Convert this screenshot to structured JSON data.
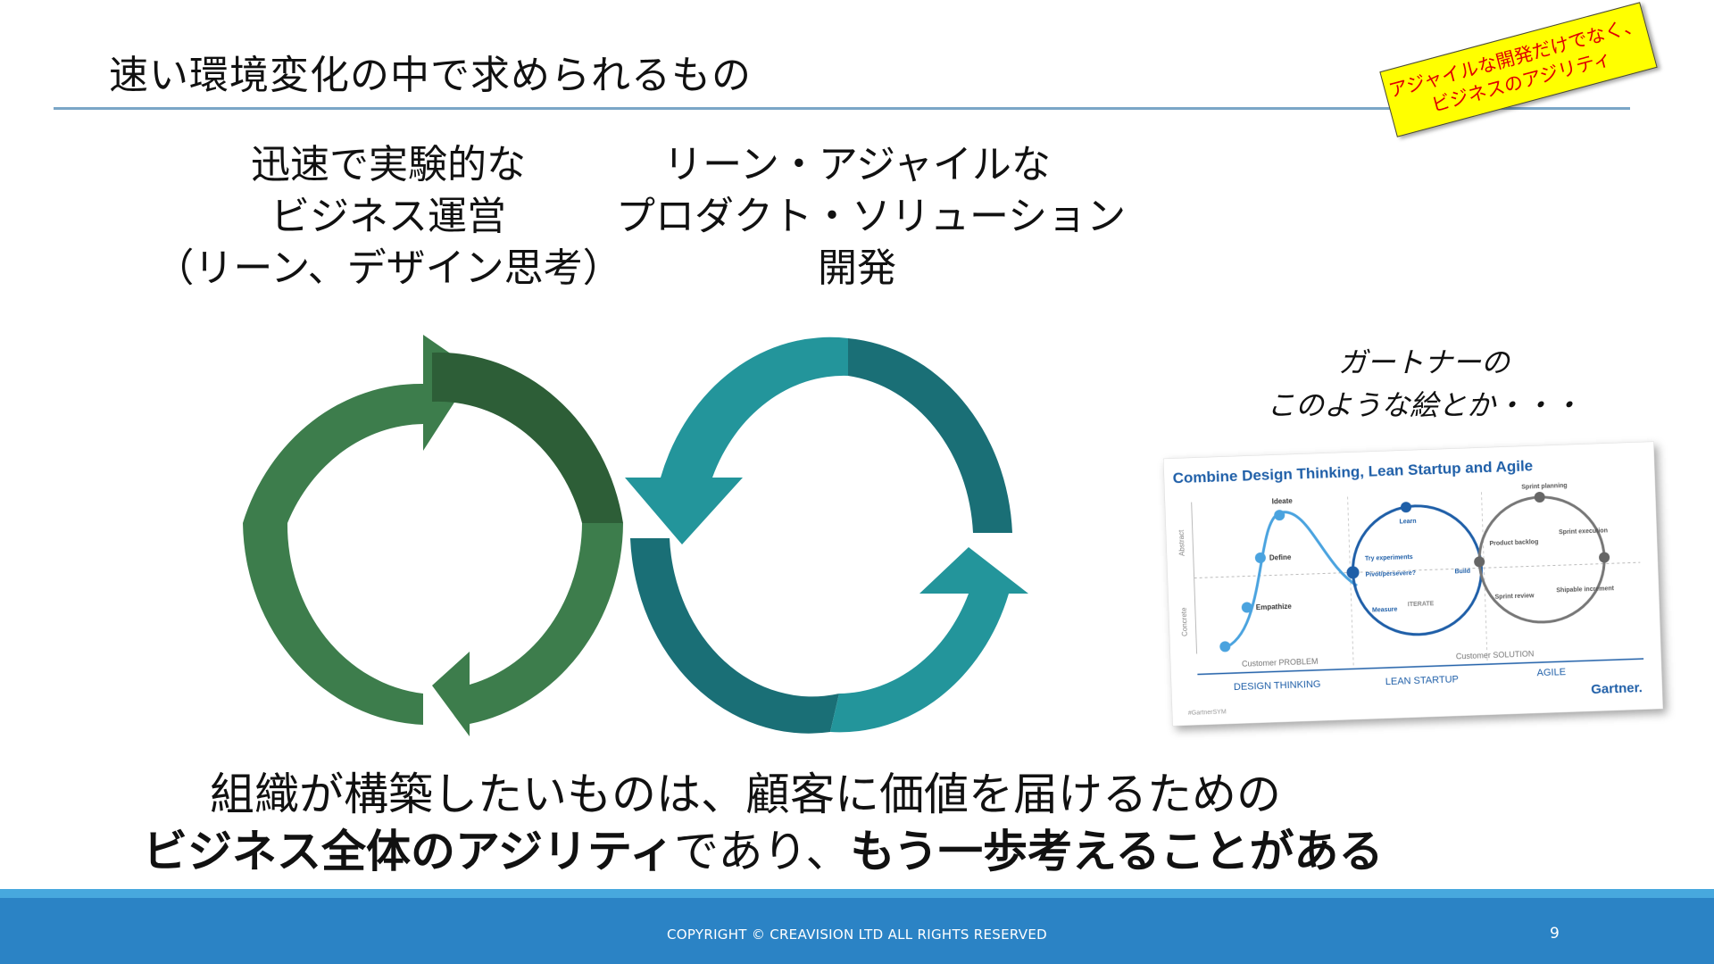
{
  "title": "速い環境変化の中で求められるもの",
  "sticky_note": {
    "lines": [
      "アジャイルな開発だけでなく、",
      "ビジネスのアジリティ"
    ],
    "background": "#ffff00",
    "text_color": "#e00000"
  },
  "left_heading": {
    "lines": [
      "迅速で実験的な",
      "ビジネス運営",
      "（リーン、デザイン思考）"
    ]
  },
  "right_heading": {
    "lines": [
      "リーン・アジャイルな",
      "プロダクト・ソリューション",
      "開発"
    ]
  },
  "cycle_colors": {
    "green_light": "#3d7d4c",
    "green_dark": "#2d5e37",
    "teal_light": "#23959b",
    "teal_dark": "#1a6f76"
  },
  "gartner": {
    "caption_lines": [
      "ガートナーの",
      "このような絵とか・・・"
    ],
    "figure": {
      "title": "Combine Design Thinking, Lean Startup and Agile",
      "design_steps": [
        "Ideate",
        "Define",
        "Empathize"
      ],
      "lean_labels": [
        "Learn",
        "Try experiments",
        "Pivot/persevere?",
        "Build",
        "Measure",
        "ITERATE"
      ],
      "agile_labels": [
        "Sprint planning",
        "Product backlog",
        "Sprint execution",
        "Sprint review",
        "Shipable increment"
      ],
      "axis_labels": [
        "Abstract",
        "Concrete"
      ],
      "problem_label": "Customer PROBLEM",
      "solution_label": "Customer SOLUTION",
      "section_labels": [
        "DESIGN THINKING",
        "LEAN STARTUP",
        "AGILE"
      ],
      "brand": "Gartner.",
      "hashtag": "#GartnerSYM",
      "title_color": "#1f5fa8"
    }
  },
  "conclusion": {
    "line1": "組織が構築したいものは、顧客に価値を届けるための",
    "line2_bold_a": "ビジネス全体のアジリティ",
    "line2_regular": "であり、",
    "line2_bold_b": "もう一歩考えることがある"
  },
  "footer": {
    "copyright": "COPYRIGHT © CREAVISION LTD ALL RIGHTS RESERVED",
    "page_number": "9",
    "bar_color": "#2b83c5",
    "stripe_color": "#47a8de"
  }
}
